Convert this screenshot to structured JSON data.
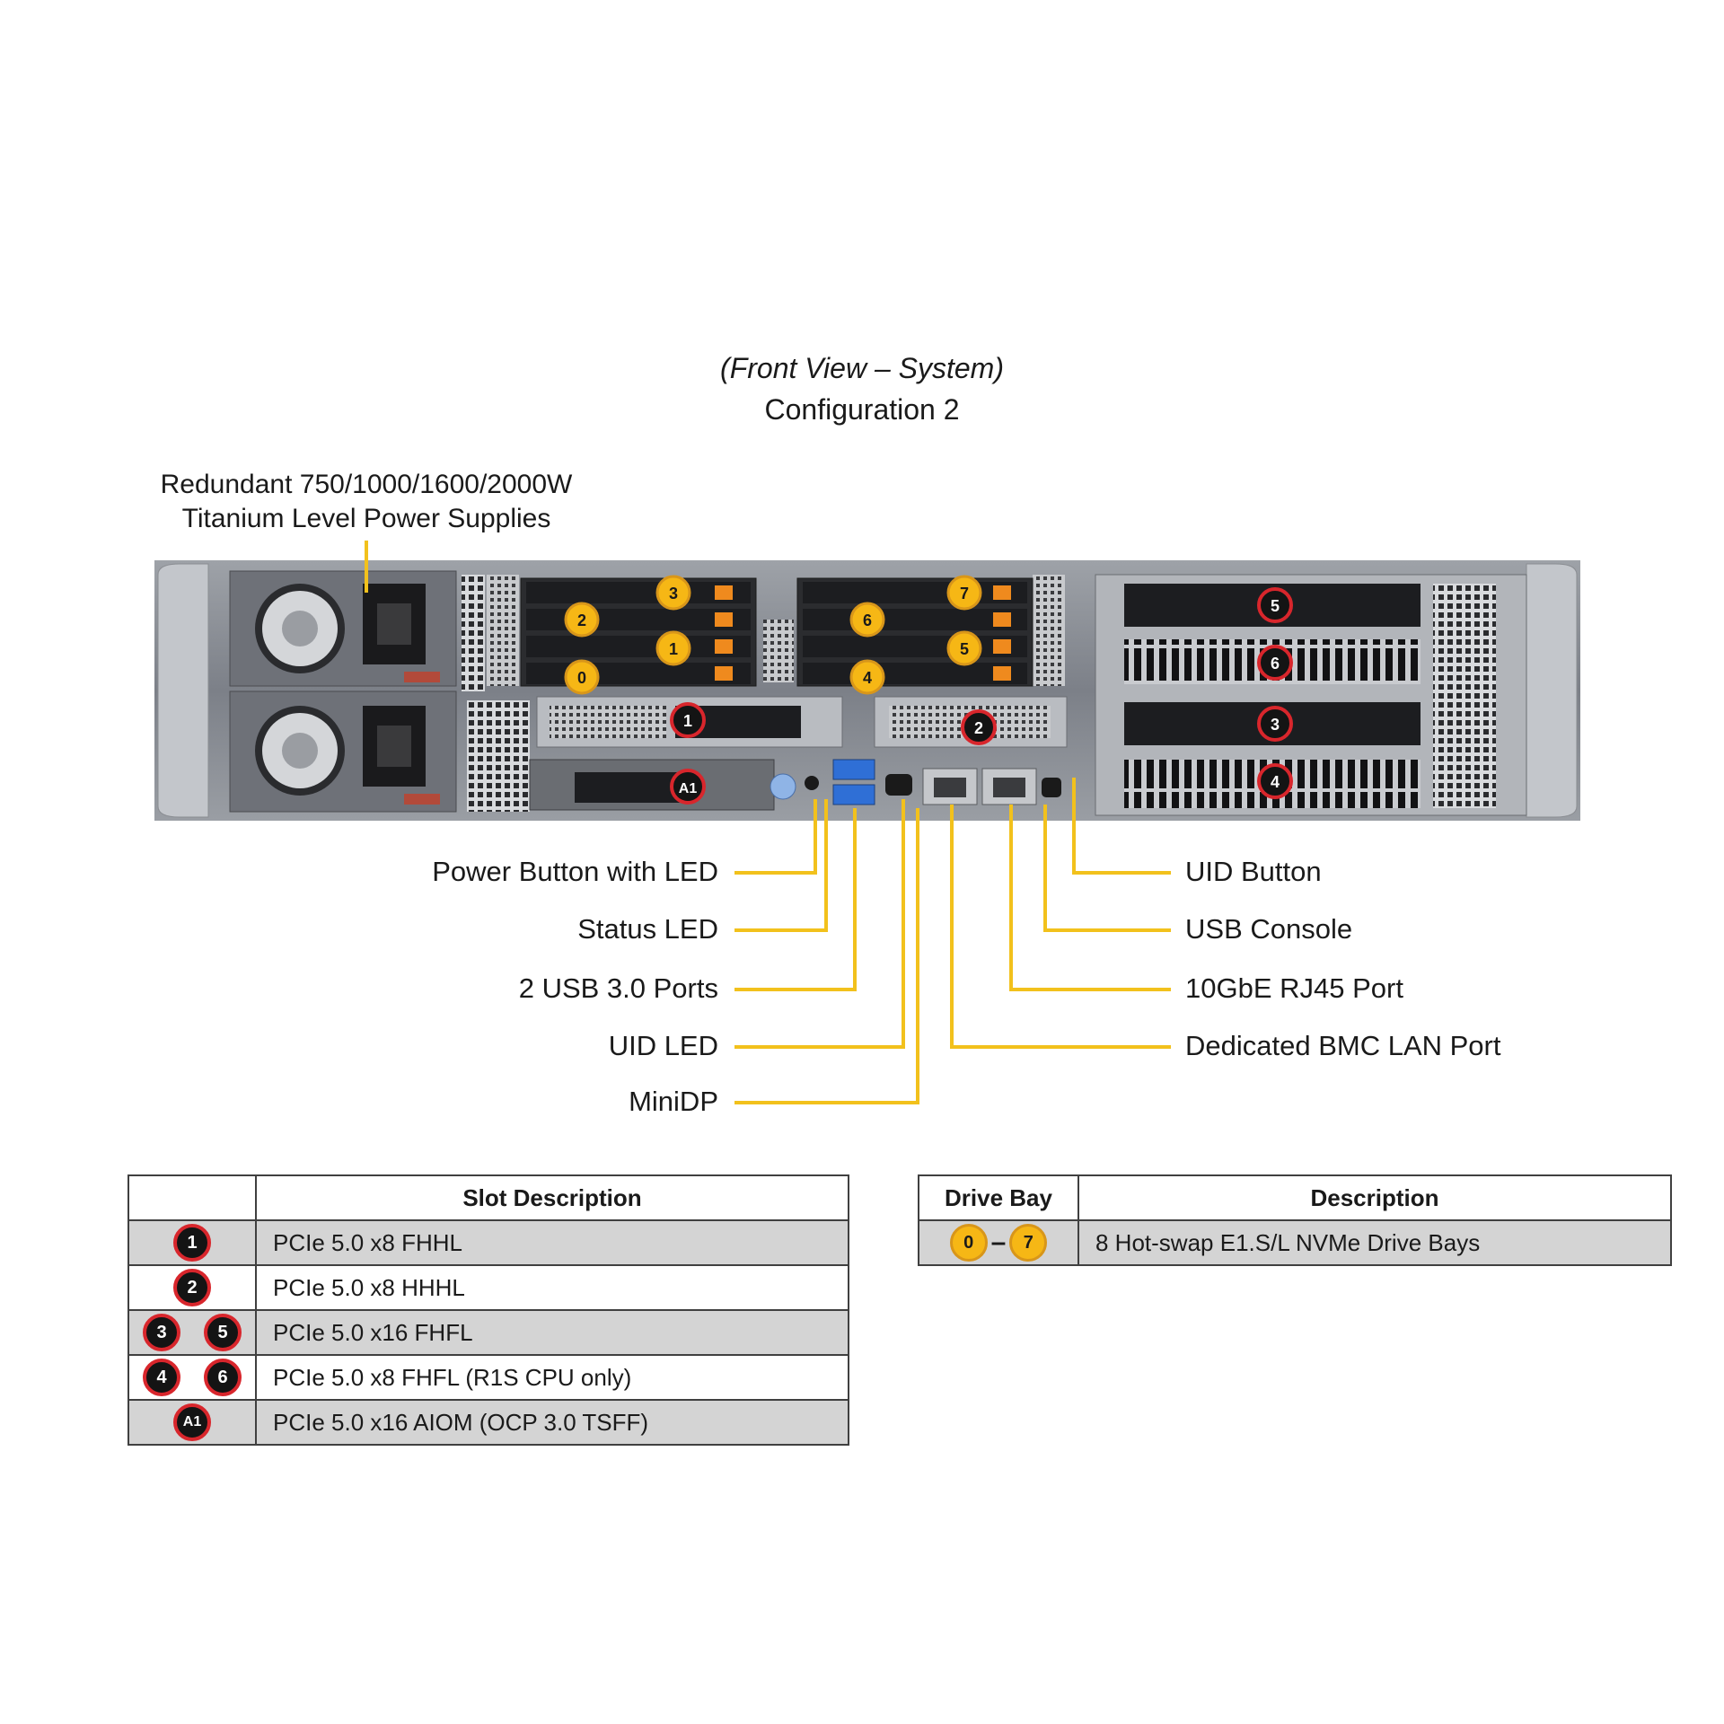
{
  "header": {
    "view": "(Front View – System)",
    "configuration": "Configuration 2"
  },
  "power_supply": {
    "line1": "Redundant 750/1000/1600/2000W",
    "line2": "Titanium Level Power Supplies"
  },
  "callouts_left": [
    {
      "label": "Power Button with LED"
    },
    {
      "label": "Status LED"
    },
    {
      "label": "2 USB 3.0 Ports"
    },
    {
      "label": "UID LED"
    },
    {
      "label": "MiniDP"
    }
  ],
  "callouts_right": [
    {
      "label": "UID Button"
    },
    {
      "label": "USB Console"
    },
    {
      "label": "10GbE RJ45 Port"
    },
    {
      "label": "Dedicated BMC LAN Port"
    }
  ],
  "slot_badges": [
    "1",
    "2",
    "3",
    "4",
    "5",
    "6",
    "A1"
  ],
  "drive_badges": [
    "0",
    "1",
    "2",
    "3",
    "4",
    "5",
    "6",
    "7"
  ],
  "slot_table": {
    "header_blank": "",
    "header_description": "Slot Description",
    "rows": [
      {
        "badge_a": "1",
        "badge_b": "",
        "description": "PCIe 5.0 x8 FHHL"
      },
      {
        "badge_a": "2",
        "badge_b": "",
        "description": "PCIe 5.0 x8 HHHL"
      },
      {
        "badge_a": "3",
        "badge_b": "5",
        "description": "PCIe 5.0 x16 FHFL"
      },
      {
        "badge_a": "4",
        "badge_b": "6",
        "description": "PCIe 5.0 x8 FHFL (R1S CPU only)"
      },
      {
        "badge_a": "A1",
        "badge_b": "",
        "description": "PCIe 5.0 x16 AIOM (OCP 3.0 TSFF)"
      }
    ]
  },
  "drive_table": {
    "header_bay": "Drive Bay",
    "header_description": "Description",
    "rows": [
      {
        "bay_start": "0",
        "bay_sep": "–",
        "bay_end": "7",
        "description": "8 Hot-swap E1.S/L NVMe Drive Bays"
      }
    ]
  },
  "colors": {
    "callout_line": "#f2c11c",
    "slot_badge_ring": "#d8262c",
    "drive_badge_fill": "#f6b715",
    "table_shade": "#d4d4d4",
    "chassis": "#8d9096"
  }
}
